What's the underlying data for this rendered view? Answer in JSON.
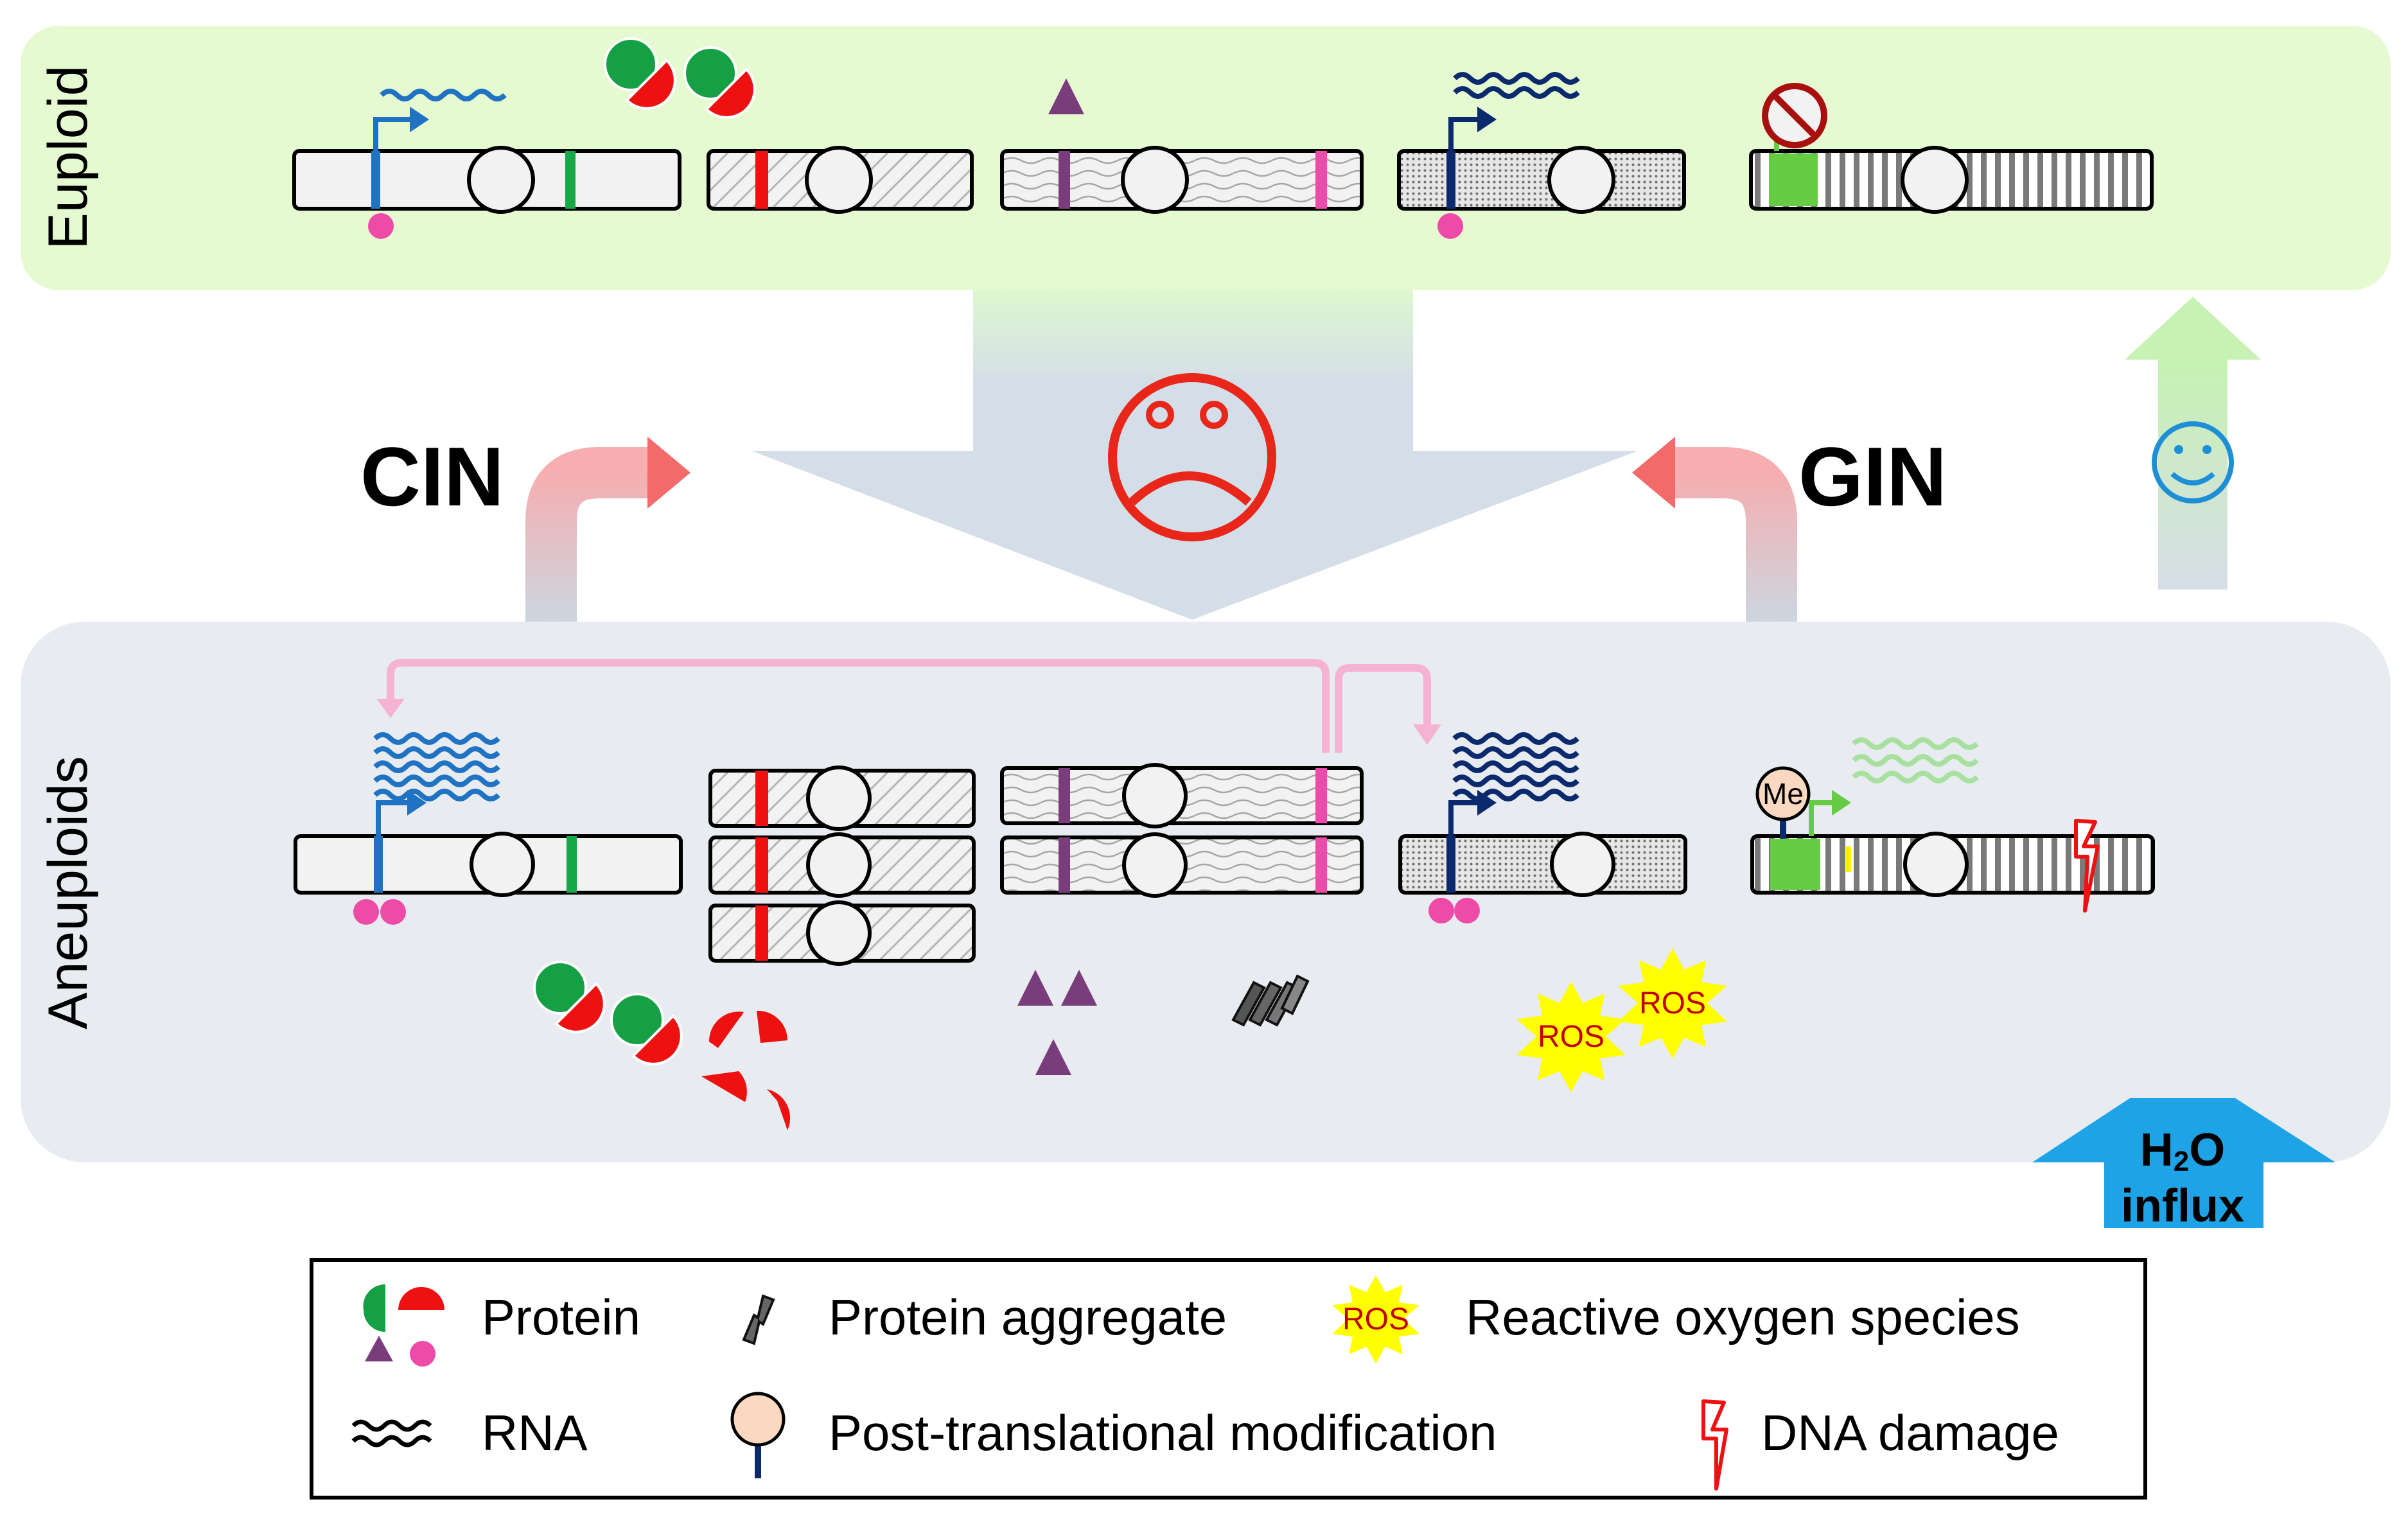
{
  "panels": {
    "top_label": "Euploid",
    "bottom_label": "Aneuploids"
  },
  "arrows": {
    "cin_label": "CIN",
    "gin_label": "GIN"
  },
  "h2o": {
    "formula_main": "H",
    "formula_sub": "2",
    "formula_tail": "O",
    "line2": "influx"
  },
  "ros_label": "ROS",
  "me_label": "Me",
  "legend": {
    "protein": "Protein",
    "aggregate": "Protein aggregate",
    "ros_icon": "ROS",
    "ros": "Reactive oxygen species",
    "rna": "RNA",
    "ptm": "Post-translational modification",
    "dna_damage": "DNA damage"
  },
  "colors": {
    "euploid_panel": "#e6fad2",
    "aneuploid_panel": "#e8ecf1",
    "cin_gin_arrow": "#f36a6a",
    "feedback_arrow": "#f4b3d2",
    "sad_face": "#e8261a",
    "happy_face": "#1e8fd6",
    "h2o_arrow": "#1ea4e6",
    "ros_burst": "#ffff00"
  }
}
